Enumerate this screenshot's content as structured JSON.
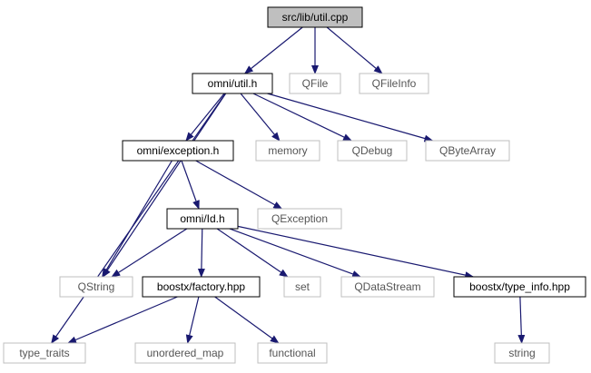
{
  "nodes": [
    {
      "id": "util_cpp",
      "label": "src/lib/util.cpp",
      "kind": "root"
    },
    {
      "id": "util_h",
      "label": "omni/util.h",
      "kind": "project"
    },
    {
      "id": "qfile",
      "label": "QFile",
      "kind": "external"
    },
    {
      "id": "qfileinfo",
      "label": "QFileInfo",
      "kind": "external"
    },
    {
      "id": "exception_h",
      "label": "omni/exception.h",
      "kind": "project"
    },
    {
      "id": "memory",
      "label": "memory",
      "kind": "external"
    },
    {
      "id": "qdebug",
      "label": "QDebug",
      "kind": "external"
    },
    {
      "id": "qbytearray",
      "label": "QByteArray",
      "kind": "external"
    },
    {
      "id": "id_h",
      "label": "omni/Id.h",
      "kind": "project"
    },
    {
      "id": "qexception",
      "label": "QException",
      "kind": "external"
    },
    {
      "id": "qstring",
      "label": "QString",
      "kind": "external"
    },
    {
      "id": "factory_hpp",
      "label": "boostx/factory.hpp",
      "kind": "project"
    },
    {
      "id": "set",
      "label": "set",
      "kind": "external"
    },
    {
      "id": "qdatastream",
      "label": "QDataStream",
      "kind": "external"
    },
    {
      "id": "type_info_hpp",
      "label": "boostx/type_info.hpp",
      "kind": "project"
    },
    {
      "id": "type_traits",
      "label": "type_traits",
      "kind": "external"
    },
    {
      "id": "unordered_map",
      "label": "unordered_map",
      "kind": "external"
    },
    {
      "id": "functional",
      "label": "functional",
      "kind": "external"
    },
    {
      "id": "string",
      "label": "string",
      "kind": "external"
    }
  ],
  "edges": [
    [
      "util_cpp",
      "util_h"
    ],
    [
      "util_cpp",
      "qfile"
    ],
    [
      "util_cpp",
      "qfileinfo"
    ],
    [
      "util_h",
      "exception_h"
    ],
    [
      "util_h",
      "memory"
    ],
    [
      "util_h",
      "qdebug"
    ],
    [
      "util_h",
      "qbytearray"
    ],
    [
      "util_h",
      "qstring"
    ],
    [
      "util_h",
      "type_traits"
    ],
    [
      "exception_h",
      "id_h"
    ],
    [
      "exception_h",
      "qexception"
    ],
    [
      "exception_h",
      "qstring"
    ],
    [
      "id_h",
      "qstring"
    ],
    [
      "id_h",
      "factory_hpp"
    ],
    [
      "id_h",
      "set"
    ],
    [
      "id_h",
      "qdatastream"
    ],
    [
      "id_h",
      "type_info_hpp"
    ],
    [
      "factory_hpp",
      "type_traits"
    ],
    [
      "factory_hpp",
      "unordered_map"
    ],
    [
      "factory_hpp",
      "functional"
    ],
    [
      "type_info_hpp",
      "string"
    ]
  ],
  "colors": {
    "edge": "#191970",
    "root_fill": "#bfbfbf",
    "project_border": "#000000",
    "external_border": "#bfbfbf",
    "external_text": "#000000"
  }
}
